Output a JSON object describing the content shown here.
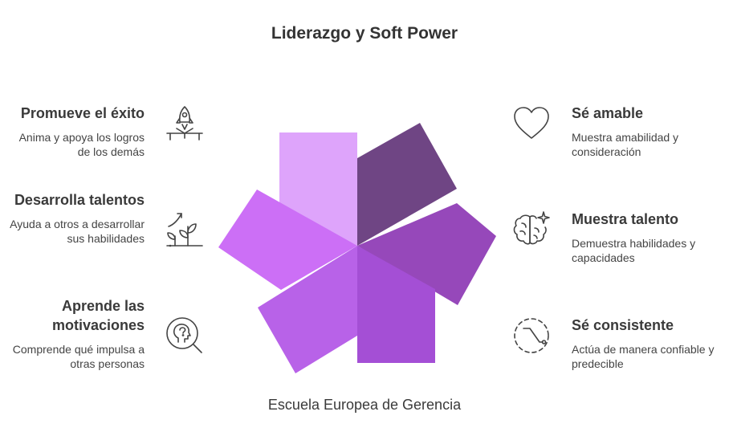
{
  "title": "Liderazgo y Soft Power",
  "footer": "Escuela Europea de Gerencia",
  "left_items": [
    {
      "heading": "Promueve el éxito",
      "description": "Anima y apoya los logros de los demás",
      "icon": "rocket-icon"
    },
    {
      "heading": "Desarrolla talentos",
      "description": "Ayuda a otros a desarrollar sus habilidades",
      "icon": "growth-plant-icon"
    },
    {
      "heading": "Aprende las motivaciones",
      "description": "Comprende qué impulsa a otras personas",
      "icon": "head-search-icon"
    }
  ],
  "right_items": [
    {
      "heading": "Sé amable",
      "description": "Muestra amabilidad y consideración",
      "icon": "heart-icon"
    },
    {
      "heading": "Muestra talento",
      "description": "Demuestra habilidades y capacidades",
      "icon": "brain-sparkle-icon"
    },
    {
      "heading": "Sé consistente",
      "description": "Actúa de manera confiable y predecible",
      "icon": "dashed-circle-path-icon"
    }
  ],
  "colors": {
    "segment_top_left": "#dea4fb",
    "segment_top_right": "#6f4584",
    "segment_right": "#9648ba",
    "segment_bottom_right": "#a44fd5",
    "segment_bottom_left": "#b862e8",
    "segment_left": "#cc6ff6",
    "icon_stroke": "#444444"
  }
}
